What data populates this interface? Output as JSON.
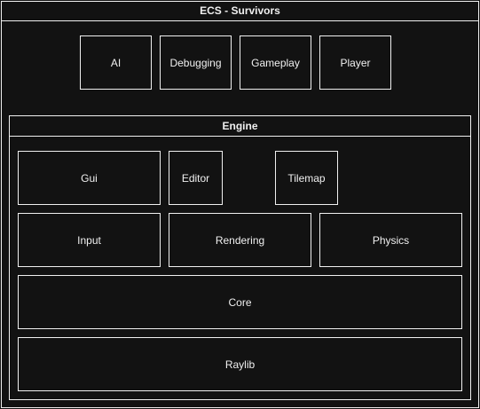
{
  "diagram": {
    "title": "ECS - Survivors",
    "top_modules": {
      "ai": "AI",
      "debugging": "Debugging",
      "gameplay": "Gameplay",
      "player": "Player"
    },
    "engine": {
      "title": "Engine",
      "modules": {
        "gui": "Gui",
        "editor": "Editor",
        "tilemap": "Tilemap",
        "input": "Input",
        "rendering": "Rendering",
        "physics": "Physics",
        "core": "Core",
        "raylib": "Raylib"
      }
    },
    "colors": {
      "background": "#121212",
      "stroke": "#f0f0f0",
      "text": "#f0f0f0"
    }
  }
}
